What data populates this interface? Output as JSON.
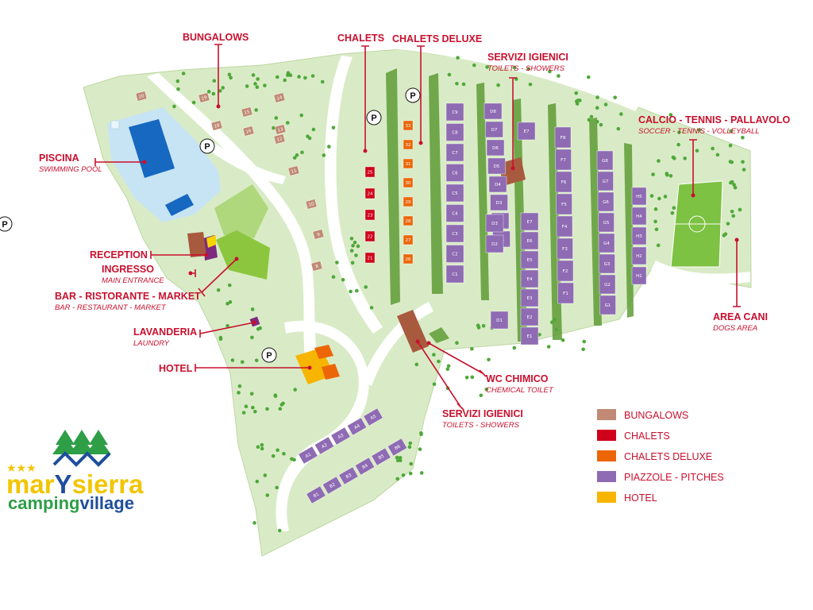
{
  "labels": {
    "bungalows": "BUNGALOWS",
    "chalets": "CHALETS",
    "chalets_deluxe": "CHALETS DELUXE",
    "servizi1": "SERVIZI IGIENICI",
    "servizi1_sub": "TOILETS - SHOWERS",
    "calcio": "CALCIO - TENNIS - PALLAVOLO",
    "calcio_sub": "SOCCER - TENNIS - VOLLEYBALL",
    "piscina": "PISCINA",
    "piscina_sub": "SWIMMING POOL",
    "reception": "RECEPTION",
    "ingresso": "INGRESSO",
    "ingresso_sub": "MAIN ENTRANCE",
    "bar": "BAR - RISTORANTE - MARKET",
    "bar_sub": "BAR - RESTAURANT - MARKET",
    "lavanderia": "LAVANDERIA",
    "lavanderia_sub": "LAUNDRY",
    "hotel": "HOTEL",
    "wc": "WC CHIMICO",
    "wc_sub": "CHEMICAL TOILET",
    "servizi2": "SERVIZI IGIENICI",
    "servizi2_sub": "TOILETS - SHOWERS",
    "area_cani": "AREA CANI",
    "area_cani_sub": "DOGS AREA",
    "parking": "P"
  },
  "legend": [
    {
      "label": "BUNGALOWS",
      "color": "#c08a74"
    },
    {
      "label": "CHALETS",
      "color": "#d0021b"
    },
    {
      "label": "CHALETS DELUXE",
      "color": "#ec6608"
    },
    {
      "label": "PIAZZOLE - PITCHES",
      "color": "#8e6bb3"
    },
    {
      "label": "HOTEL",
      "color": "#f7b500"
    }
  ],
  "logo": {
    "stars": "★★★",
    "name_part1": "mar",
    "name_part2": "Y",
    "name_part3": "sierra",
    "tagline_part1": "camping",
    "tagline_part2": "village"
  },
  "units": {
    "bungalows": [
      "20",
      "19",
      "18",
      "15",
      "16",
      "14",
      "13",
      "12",
      "11",
      "10",
      "9",
      "8"
    ],
    "chalets": [
      "25",
      "24",
      "23",
      "22",
      "21"
    ],
    "chalets_deluxe": [
      "33",
      "32",
      "31",
      "30",
      "29",
      "28",
      "27",
      "26"
    ],
    "pitches_col1": [
      "C9",
      "C8",
      "C7",
      "C6",
      "C5",
      "C4",
      "C3",
      "C2",
      "C1"
    ],
    "pitches_col2": [
      "D8",
      "D7",
      "D6",
      "D5",
      "D4",
      "D3",
      "D2",
      "D1"
    ],
    "pitches_col3": [
      "E7",
      "E6",
      "E5",
      "E4",
      "E3",
      "E2",
      "E1"
    ],
    "pitches_col4": [
      "F8",
      "F7",
      "F6",
      "F5",
      "F4",
      "F3",
      "F2",
      "F1"
    ],
    "pitches_col5": [
      "G8",
      "G7",
      "G6",
      "G5",
      "G4",
      "G3",
      "G2",
      "G1"
    ],
    "pitches_col6": [
      "H5",
      "H4",
      "H3",
      "H2",
      "H1"
    ],
    "pitches_a": [
      "A5",
      "A4",
      "A3",
      "A2",
      "A1"
    ],
    "pitches_b": [
      "B6",
      "B5",
      "B4",
      "B3",
      "B2",
      "B1"
    ]
  },
  "colors": {
    "grass": "#d9ebc6",
    "pool_area": "#c7e4f4",
    "pool": "#1668c0",
    "roof": "#a85a3e",
    "bungalow": "#c08a74",
    "chalet": "#d0021b",
    "deluxe": "#ec6608",
    "pitch": "#8e6bb3",
    "field": "#7dc242",
    "hedge": "#5e9c36",
    "red": "#c8102e",
    "logo_yellow": "#f2c500",
    "logo_blue": "#1f4e9c",
    "logo_green": "#2e9e47"
  }
}
